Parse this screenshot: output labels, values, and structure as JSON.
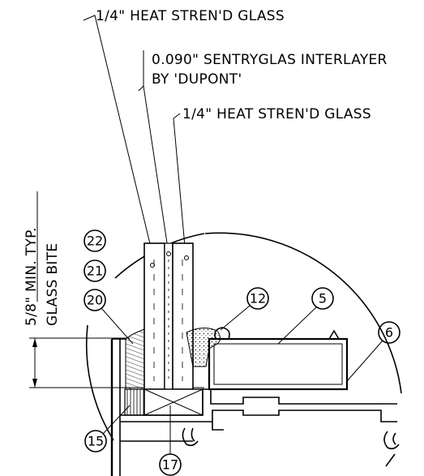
{
  "notes": {
    "glass_outer": "1/4\" HEAT STREN'D GLASS",
    "interlayer_line1": "0.090\" SENTRYGLAS INTERLAYER",
    "interlayer_line2": "BY 'DUPONT'",
    "glass_inner": "1/4\" HEAT STREN'D GLASS",
    "bite_dimension": "5/8\" MIN. TYP.",
    "bite_label": "GLASS BITE"
  },
  "callouts": {
    "c22": "22",
    "c21": "21",
    "c20": "20",
    "c12": "12",
    "c5": "5",
    "c6": "6",
    "c15": "15",
    "c17": "17"
  }
}
